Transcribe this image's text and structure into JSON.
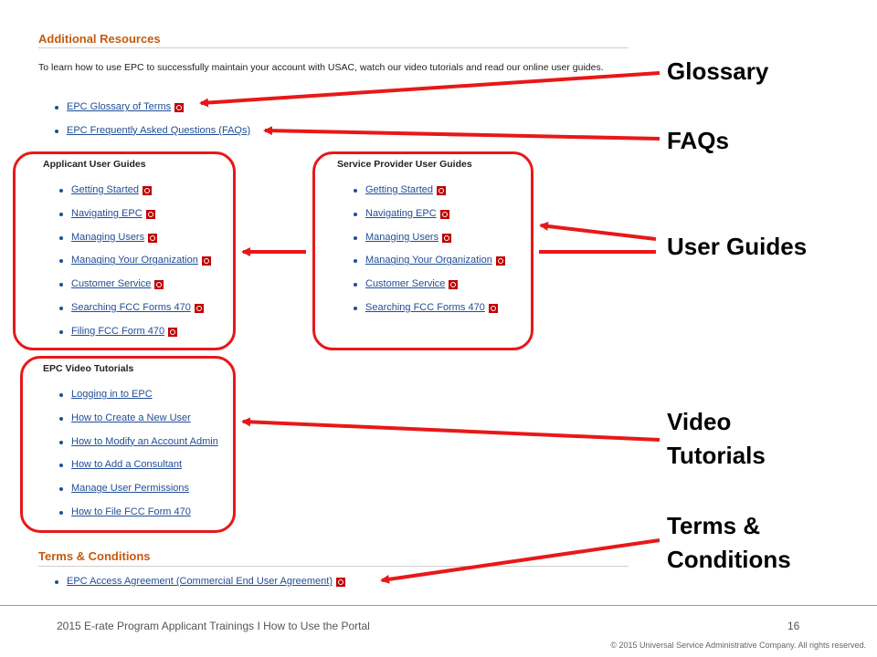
{
  "additional_resources": {
    "title": "Additional Resources",
    "intro": "To learn how to use EPC to successfully maintain your account with USAC, watch our video tutorials and read our online user guides.",
    "links": [
      "EPC Glossary of Terms",
      "EPC Frequently Asked Questions (FAQs)"
    ]
  },
  "applicant_guides": {
    "title": "Applicant User Guides",
    "links": [
      "Getting Started",
      "Navigating EPC",
      "Managing Users",
      "Managing Your Organization",
      "Customer Service",
      "Searching FCC Forms 470",
      "Filing FCC Form 470"
    ]
  },
  "provider_guides": {
    "title": "Service Provider User Guides",
    "links": [
      "Getting Started",
      "Navigating EPC",
      "Managing Users",
      "Managing Your Organization",
      "Customer Service",
      "Searching FCC Forms 470"
    ]
  },
  "video_tutorials": {
    "title": "EPC Video Tutorials",
    "links": [
      "Logging in to EPC",
      "How to Create a New User",
      "How to Modify an Account Admin",
      "How to Add a Consultant",
      "Manage User Permissions",
      "How to File FCC Form 470"
    ]
  },
  "terms": {
    "title": "Terms & Conditions",
    "links": [
      "EPC Access Agreement (Commercial End User Agreement)"
    ]
  },
  "callouts": {
    "glossary": "Glossary",
    "faqs": "FAQs",
    "user_guides": "User Guides",
    "video_line1": "Video",
    "video_line2": "Tutorials",
    "terms_line1": "Terms &",
    "terms_line2": "Conditions"
  },
  "footer": {
    "title": "2015 E-rate Program Applicant Trainings  I  How to Use the Portal",
    "page_number": "16",
    "copyright": "© 2015 Universal Service Administrative Company. All rights reserved."
  },
  "icons": {
    "pdf": "pdf-icon",
    "arrow": "arrow-icon"
  },
  "colors": {
    "section_title": "#c55a11",
    "link": "#1f4e96",
    "callout_red": "#e81818",
    "pdf_red": "#c00000"
  }
}
